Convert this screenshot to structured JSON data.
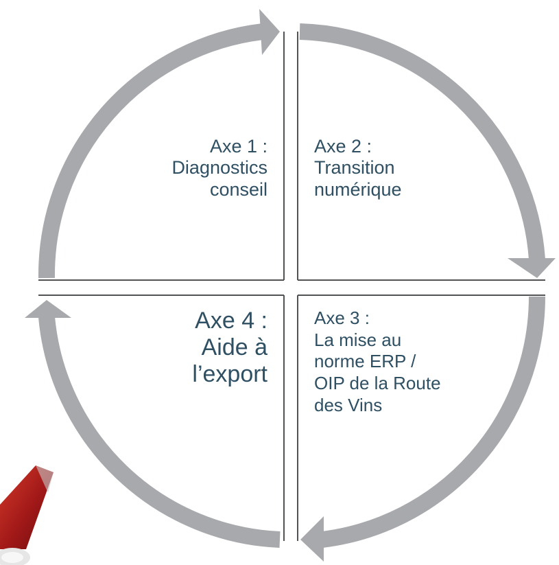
{
  "quadrants": [
    {
      "id": "axe1",
      "lines": [
        "Axe 1 :",
        "Diagnostics",
        "conseil"
      ]
    },
    {
      "id": "axe2",
      "lines": [
        "Axe 2 :",
        "Transition",
        "numérique"
      ]
    },
    {
      "id": "axe3",
      "lines": [
        "Axe 3 :",
        "La mise au",
        "norme ERP /",
        "OIP de la Route",
        "des Vins"
      ]
    },
    {
      "id": "axe4",
      "lines": [
        "Axe 4 :",
        "Aide à",
        "l’export"
      ]
    }
  ],
  "colors": {
    "arrow": "#a7a9ac",
    "divider": "#505254",
    "text": "#2f4f63",
    "accent_red": "#a01818"
  },
  "icons": [
    "cycle-arrow-icon",
    "red-arrow-icon"
  ]
}
